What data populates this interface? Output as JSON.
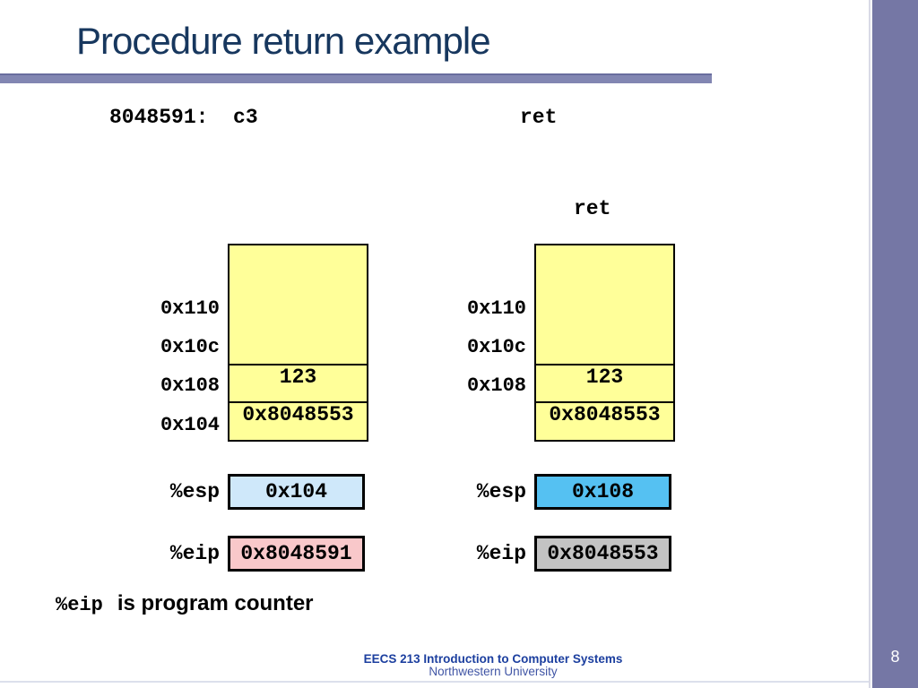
{
  "slide": {
    "title": "Procedure return example",
    "page_number": "8",
    "code_line": {
      "text": "8048591:  c3",
      "mnemonic": "ret"
    },
    "note": {
      "register": "%eip",
      "text": "is program counter"
    },
    "footer": {
      "line1": "EECS 213 Introduction to Computer Systems",
      "line2": "Northwestern University"
    }
  },
  "left_diagram": {
    "stack": {
      "address_labels": [
        "0x110",
        "0x10c",
        "0x108",
        "0x104"
      ],
      "cells": [
        "",
        "123",
        "0x8048553"
      ]
    },
    "registers": [
      {
        "name": "%esp",
        "value": "0x104",
        "fill": "#cfe8fa"
      },
      {
        "name": "%eip",
        "value": "0x8048591",
        "fill": "#f9c8ca"
      }
    ]
  },
  "right_diagram": {
    "instruction_label": "ret",
    "stack": {
      "address_labels": [
        "0x110",
        "0x10c",
        "0x108"
      ],
      "cells": [
        "",
        "123",
        "0x8048553"
      ]
    },
    "registers": [
      {
        "name": "%esp",
        "value": "0x108",
        "fill": "#55c1f2"
      },
      {
        "name": "%eip",
        "value": "0x8048553",
        "fill": "#c3c3c3"
      }
    ]
  },
  "colors": {
    "title": "#17375e",
    "accent_bar": "#8286b2",
    "sidebar": "#7577a5",
    "stack_fill": "#ffff99",
    "footer_blue": "#1c3f9f"
  }
}
